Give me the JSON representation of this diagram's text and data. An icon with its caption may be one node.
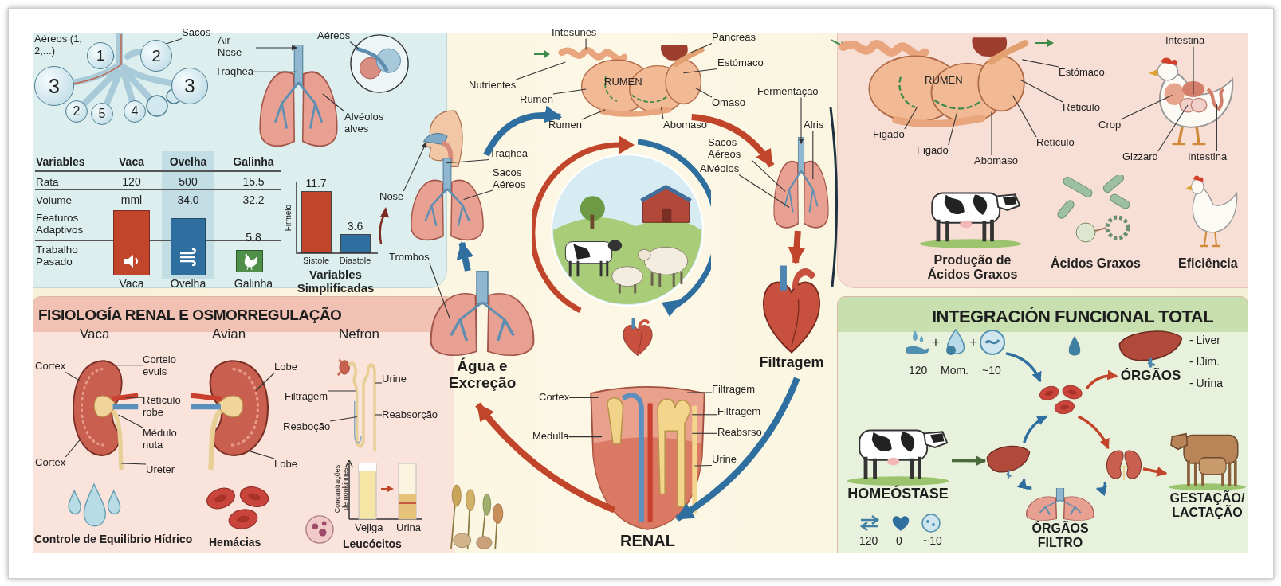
{
  "diagram": {
    "nodes": [
      {
        "text": [
          "Sacos"
        ]
      },
      {
        "text": [
          "1"
        ]
      },
      {
        "text": [
          "2"
        ]
      },
      {
        "text": [
          "3"
        ]
      },
      {
        "text": [
          "3"
        ]
      },
      {
        "text": [
          "2"
        ]
      },
      {
        "text": [
          "5"
        ]
      },
      {
        "text": [
          "4"
        ]
      },
      {
        "text": [
          "Air Nose"
        ]
      },
      {
        "text": [
          "Aéreos"
        ]
      },
      {
        "text": [
          "Traqhea"
        ]
      },
      {
        "text": [
          "Alvéolos alves"
        ]
      },
      {
        "text": [],
        "shape": "picture"
      },
      {
        "text": [
          "Nose"
        ]
      },
      {
        "text": [
          "Traqhea"
        ]
      },
      {
        "text": [
          "Sacos Aéreos"
        ]
      },
      {
        "text": [],
        "shape": "picture"
      },
      {
        "text": [
          "Intesunes"
        ]
      },
      {
        "text": [
          "Pancreas"
        ]
      },
      {
        "text": [
          "Estómaco"
        ]
      },
      {
        "text": [
          "Nutrientes"
        ]
      },
      {
        "text": [
          "Rumen"
        ]
      },
      {
        "text": [
          "Rumen"
        ]
      },
      {
        "text": [
          "Omaso"
        ]
      },
      {
        "text": [
          "Abomaso"
        ]
      },
      {
        "text": [],
        "shape": "picture"
      },
      {
        "text": [
          "Fermentação"
        ]
      },
      {
        "text": [
          "Sacos Aéreos"
        ]
      },
      {
        "text": [
          "Alvéolos"
        ]
      },
      {
        "text": [
          "Alris"
        ]
      },
      {
        "text": [
          "Filtragem"
        ]
      },
      {
        "text": [
          "RENAL"
        ]
      },
      {
        "text": [
          "Cortex"
        ]
      },
      {
        "text": [
          "Medulla"
        ]
      },
      {
        "text": [
          "Filtragem"
        ]
      },
      {
        "text": [
          "Filtragem"
        ]
      },
      {
        "text": [
          "Reabsrso"
        ]
      },
      {
        "text": [
          "Urine"
        ]
      },
      {
        "text": [
          "Água e Excreção"
        ]
      },
      {
        "text": [
          "Trombos"
        ]
      },
      {
        "text": [
          "Figado"
        ]
      },
      {
        "text": [
          "Figado"
        ]
      },
      {
        "text": [
          "Abomaso"
        ]
      },
      {
        "text": [
          "Retículo"
        ]
      },
      {
        "text": [
          "Reticulo"
        ]
      },
      {
        "text": [
          "Estómaco"
        ]
      },
      {
        "text": [
          "Intestina"
        ]
      },
      {
        "text": [
          "Crop"
        ]
      },
      {
        "text": [
          "Gizzard"
        ]
      },
      {
        "text": [
          "Intestina"
        ]
      },
      {
        "text": [
          "FISIOLOGÍA RENAL E OSMORREGULAÇÃO"
        ]
      },
      {
        "text": [
          "Cortex"
        ],
        "in": 50
      },
      {
        "text": [
          "Corteio evuis"
        ],
        "in": 50
      },
      {
        "text": [
          "Retículo robe"
        ],
        "in": 50
      },
      {
        "text": [
          "Médulo nuta"
        ],
        "in": 50
      },
      {
        "text": [
          "Cortex"
        ],
        "in": 50
      },
      {
        "text": [
          "Ureter"
        ],
        "in": 50
      },
      {
        "text": [
          "Lobe"
        ],
        "in": 50
      },
      {
        "text": [
          "Lobe"
        ],
        "in": 50
      },
      {
        "text": [
          "Filtragem"
        ],
        "in": 50
      },
      {
        "text": [
          "Reaboção"
        ],
        "in": 50
      },
      {
        "text": [
          "Urine"
        ],
        "in": 50
      },
      {
        "text": [
          "Reabsorção"
        ],
        "in": 50
      },
      {
        "text": [
          "INTEGRACIÓN FUNCIONAL TOTAL"
        ]
      },
      {
        "text": [],
        "shape": "picture",
        "in": 63,
        "beside": [
          "120"
        ]
      },
      {
        "text": [],
        "shape": "picture",
        "in": 63,
        "beside": [
          "Mom."
        ]
      },
      {
        "text": [],
        "shape": "picture",
        "in": 63,
        "beside": [
          "~10"
        ]
      },
      {
        "text": [],
        "shape": "picture",
        "in": 63
      },
      {
        "text": [
          "ÓRGÃOS"
        ],
        "in": 63,
        "beside": [
          "- Liver",
          "- IJim.",
          "- Urina"
        ]
      },
      {
        "text": [],
        "shape": "picture",
        "in": 63
      },
      {
        "text": [],
        "shape": "picture",
        "in": 63
      },
      {
        "text": [
          "ÓRGÃOS FILTRO"
        ],
        "in": 63
      },
      {
        "text": [
          "HOMEÓSTASE"
        ],
        "in": 63,
        "beside": [
          "120",
          "0",
          "~10"
        ]
      },
      {
        "text": [
          "GESTAÇÃO/ LACTAÇÃO"
        ],
        "in": 63
      },
      {
        "text": [],
        "shape": "picture"
      },
      {
        "text": [],
        "shape": "picture"
      },
      {
        "text": [],
        "shape": "picture"
      },
      {
        "text": [],
        "shape": "picture"
      },
      {
        "text": [],
        "shape": "picture",
        "in": 50
      },
      {
        "text": [],
        "shape": "picture",
        "in": 50
      },
      {
        "text": [],
        "shape": "picture",
        "in": 50
      }
    ],
    "edges": [
      {
        "from": 0,
        "to": 2,
        "arrow": "none"
      },
      {
        "from": 8,
        "to": 74,
        "arrow": "to"
      },
      {
        "from": 9,
        "to": 75,
        "arrow": "none"
      },
      {
        "from": 10,
        "to": 74,
        "arrow": "none"
      },
      {
        "from": 11,
        "to": 74,
        "arrow": "none"
      },
      {
        "from": 13,
        "to": 12,
        "arrow": "to"
      },
      {
        "from": 14,
        "to": 12,
        "arrow": "none"
      },
      {
        "from": 15,
        "to": 12,
        "arrow": "none"
      },
      {
        "from": 17,
        "to": 16,
        "arrow": "none"
      },
      {
        "from": 18,
        "to": 16,
        "arrow": "none"
      },
      {
        "from": 19,
        "to": 16,
        "arrow": "none"
      },
      {
        "from": 20,
        "to": 16,
        "arrow": "none"
      },
      {
        "from": 21,
        "to": 16,
        "arrow": "none"
      },
      {
        "from": 22,
        "to": 16,
        "arrow": "none"
      },
      {
        "from": 23,
        "to": 16,
        "arrow": "none"
      },
      {
        "from": 24,
        "to": 16,
        "arrow": "none"
      },
      {
        "from": 26,
        "to": 25,
        "arrow": "to"
      },
      {
        "from": 27,
        "to": 25,
        "arrow": "none"
      },
      {
        "from": 28,
        "to": 25,
        "arrow": "none"
      },
      {
        "from": 29,
        "to": 25,
        "arrow": "none"
      },
      {
        "from": 32,
        "to": 31,
        "arrow": "none"
      },
      {
        "from": 33,
        "to": 31,
        "arrow": "none"
      },
      {
        "from": 34,
        "to": 31,
        "arrow": "none"
      },
      {
        "from": 35,
        "to": 31,
        "arrow": "none"
      },
      {
        "from": 36,
        "to": 31,
        "arrow": "none"
      },
      {
        "from": 37,
        "to": 31,
        "arrow": "none"
      },
      {
        "from": 39,
        "to": 38,
        "arrow": "none"
      },
      {
        "from": 40,
        "to": 76,
        "arrow": "none"
      },
      {
        "from": 41,
        "to": 76,
        "arrow": "none"
      },
      {
        "from": 42,
        "to": 76,
        "arrow": "none"
      },
      {
        "from": 43,
        "to": 76,
        "arrow": "none"
      },
      {
        "from": 44,
        "to": 76,
        "arrow": "none"
      },
      {
        "from": 45,
        "to": 76,
        "arrow": "none"
      },
      {
        "from": 46,
        "to": 77,
        "arrow": "none"
      },
      {
        "from": 47,
        "to": 77,
        "arrow": "none"
      },
      {
        "from": 48,
        "to": 77,
        "arrow": "none"
      },
      {
        "from": 49,
        "to": 77,
        "arrow": "none"
      },
      {
        "from": 51,
        "to": 78,
        "arrow": "none"
      },
      {
        "from": 52,
        "to": 78,
        "arrow": "none"
      },
      {
        "from": 53,
        "to": 78,
        "arrow": "none"
      },
      {
        "from": 54,
        "to": 78,
        "arrow": "none"
      },
      {
        "from": 55,
        "to": 78,
        "arrow": "none"
      },
      {
        "from": 56,
        "to": 78,
        "arrow": "none"
      },
      {
        "from": 57,
        "to": 79,
        "arrow": "none"
      },
      {
        "from": 58,
        "to": 79,
        "arrow": "none"
      },
      {
        "from": 59,
        "to": 80,
        "arrow": "none"
      },
      {
        "from": 60,
        "to": 80,
        "arrow": "none"
      },
      {
        "from": 61,
        "to": 80,
        "arrow": "none"
      },
      {
        "from": 62,
        "to": 80,
        "arrow": "none"
      },
      {
        "from": 12,
        "to": 16,
        "arrow": "to",
        "style": "thick",
        "color": "#2f6f9f"
      },
      {
        "from": 16,
        "to": 25,
        "arrow": "to",
        "style": "thick",
        "color": "#c0452a"
      },
      {
        "from": 25,
        "to": 30,
        "arrow": "to",
        "style": "thick",
        "color": "#c0452a"
      },
      {
        "from": 30,
        "to": 31,
        "arrow": "to",
        "style": "thick",
        "color": "#2f6f9f"
      },
      {
        "from": 31,
        "to": 38,
        "arrow": "to",
        "style": "thick",
        "color": "#c0452a"
      },
      {
        "from": 38,
        "to": 12,
        "arrow": "to",
        "style": "thick",
        "color": "#2f6f9f"
      },
      {
        "from": 66,
        "to": 67,
        "arrow": "to",
        "color": "#2f6f9f"
      },
      {
        "from": 67,
        "to": 68,
        "arrow": "to",
        "color": "#c0452a"
      },
      {
        "from": 67,
        "to": 70,
        "arrow": "to",
        "color": "#c0452a"
      },
      {
        "from": 70,
        "to": 71,
        "arrow": "to",
        "color": "#2f6f9f"
      },
      {
        "from": 71,
        "to": 69,
        "arrow": "to",
        "color": "#2f6f9f"
      },
      {
        "from": 69,
        "to": 67,
        "arrow": "to",
        "color": "#2f6f9f"
      },
      {
        "from": 72,
        "to": 69,
        "arrow": "to",
        "color": "#4b6a3c"
      },
      {
        "from": 70,
        "to": 73,
        "arrow": "to",
        "color": "#c0452a"
      }
    ],
    "labels": [
      "Aéreos (1, 2,...)",
      "Variables",
      "Vaca",
      "Ovelha",
      "Galinha",
      "Rata",
      "120",
      "500",
      "15.5",
      "Volume",
      "mml",
      "34.0",
      "32.2",
      "Featuros Adaptivos",
      "5.8",
      "Trabalho Pasado",
      "Vaca",
      "Ovelha",
      "Galinha",
      "RUMEN",
      "RUMEN",
      "Produção de Ácidos Graxos",
      "Ácidos Graxos",
      "Eficiência",
      "Vaca",
      "Avian",
      "Nefron",
      "Concantrações de nonkinnes",
      "Vejiga",
      "Urina",
      "Controle de Equilibrio Hídrico",
      "Hemácias",
      "Leucócitos",
      "+",
      "+"
    ],
    "chart_data": {
      "type": "bar",
      "title": "Variables Simplificadas",
      "ylabel": "Firmelo",
      "categories": [
        "Sistole",
        "Diastole"
      ],
      "values": [
        11.7,
        3.6
      ],
      "data_labels": true
    }
  }
}
